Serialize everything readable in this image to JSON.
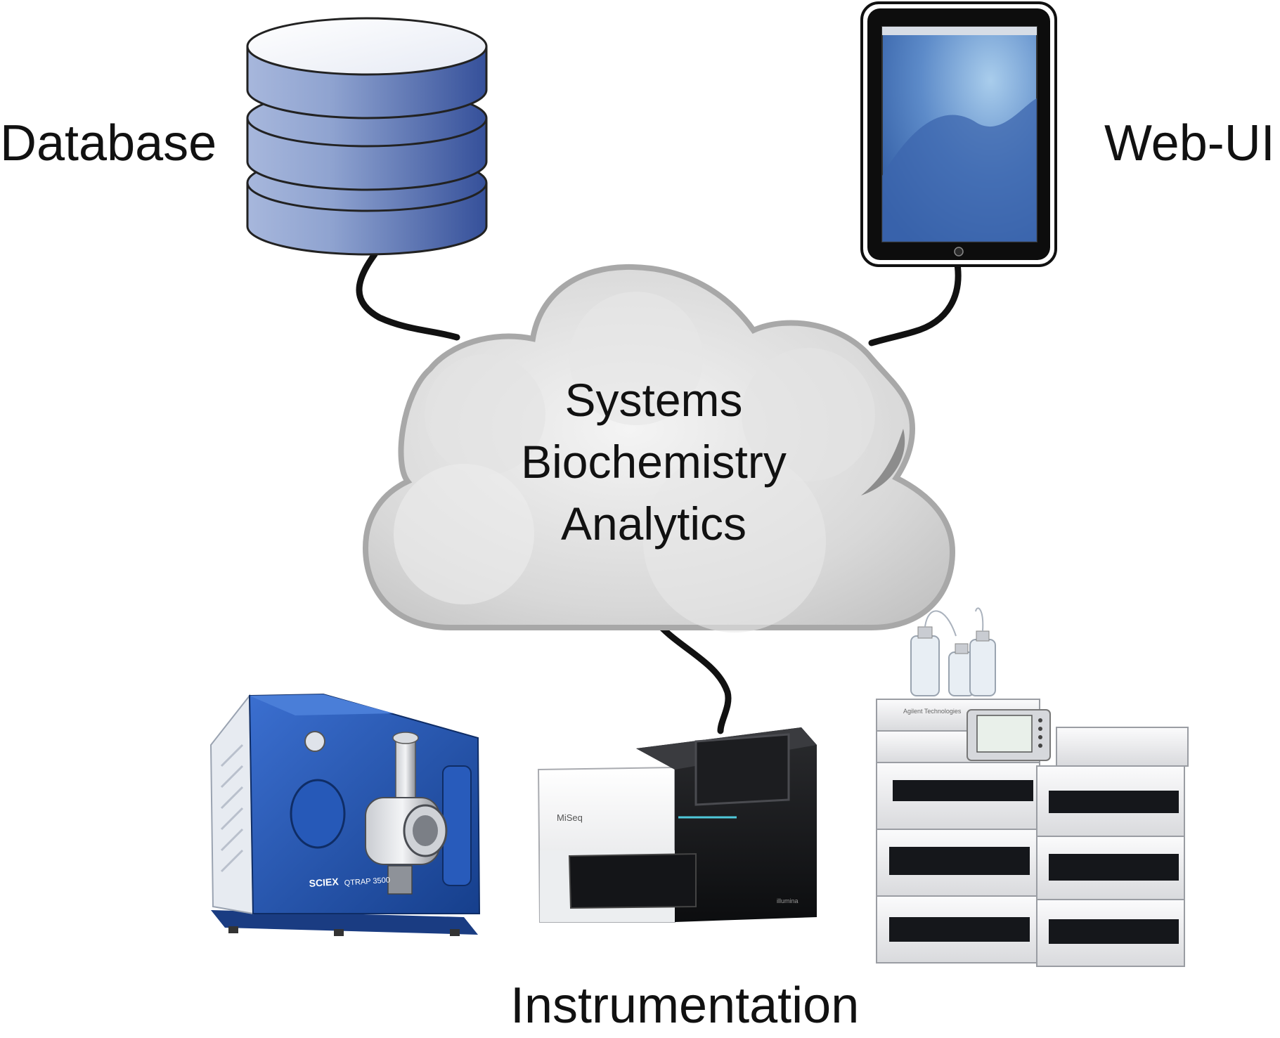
{
  "labels": {
    "database": "Database",
    "web_ui": "Web-UI",
    "instrumentation": "Instrumentation"
  },
  "cloud": {
    "lines": [
      "Systems",
      "Biochemistry",
      "Analytics"
    ]
  },
  "instruments": {
    "mass_spec": {
      "brand": "SCIEX",
      "model": "QTRAP 3500"
    },
    "sequencer": {
      "model": "MiSeq",
      "maker": "illumina"
    },
    "hplc": {
      "maker": "Agilent Technologies"
    }
  },
  "colors": {
    "database": "#4a63a6",
    "tablet_screen": "#4f78bd",
    "cloud_fill": "#d7d7d7",
    "cables": "#111111",
    "mass_spec": "#1f4fa8"
  }
}
